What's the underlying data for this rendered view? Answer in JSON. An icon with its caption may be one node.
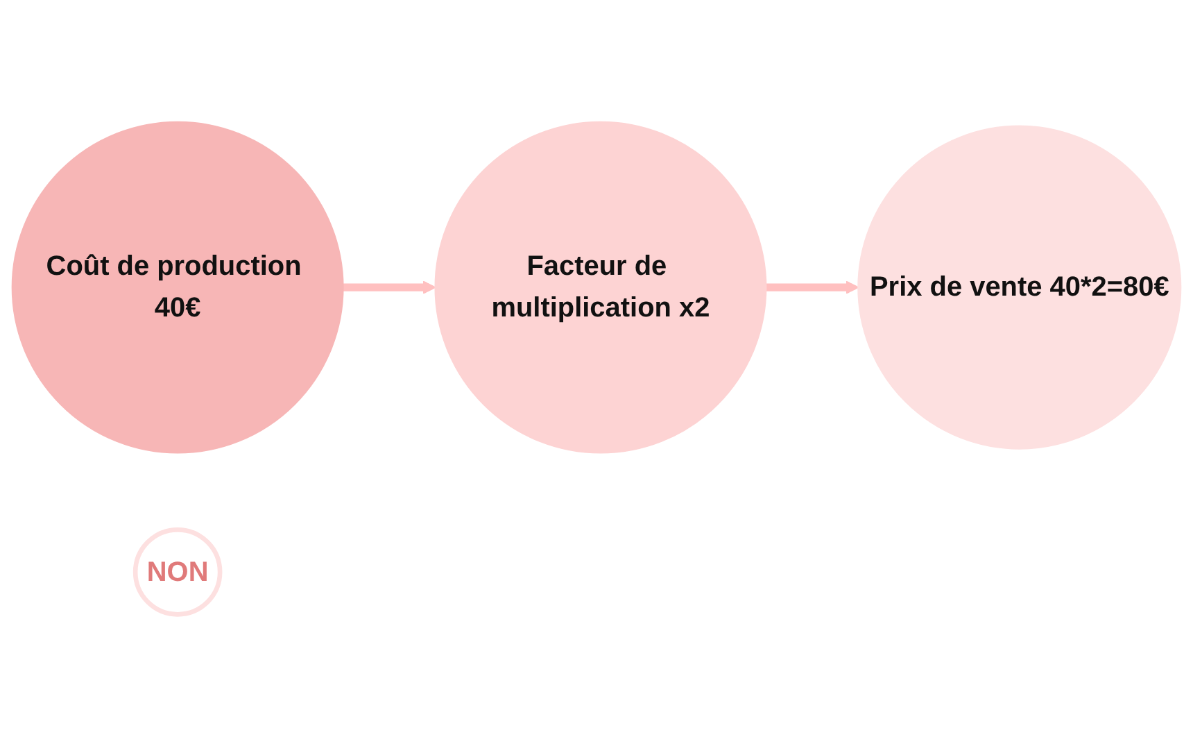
{
  "diagram": {
    "nodes": [
      {
        "text": [
          "Coût de production 40€"
        ]
      },
      {
        "text": [
          "Facteur de multiplication x2"
        ]
      },
      {
        "text": [
          "Prix de vente 40*2=80€"
        ]
      },
      {
        "text": [
          "NON"
        ]
      }
    ],
    "edges": [
      {
        "from": 0,
        "to": 1,
        "arrow": "to"
      },
      {
        "from": 1,
        "to": 2,
        "arrow": "to"
      }
    ]
  }
}
